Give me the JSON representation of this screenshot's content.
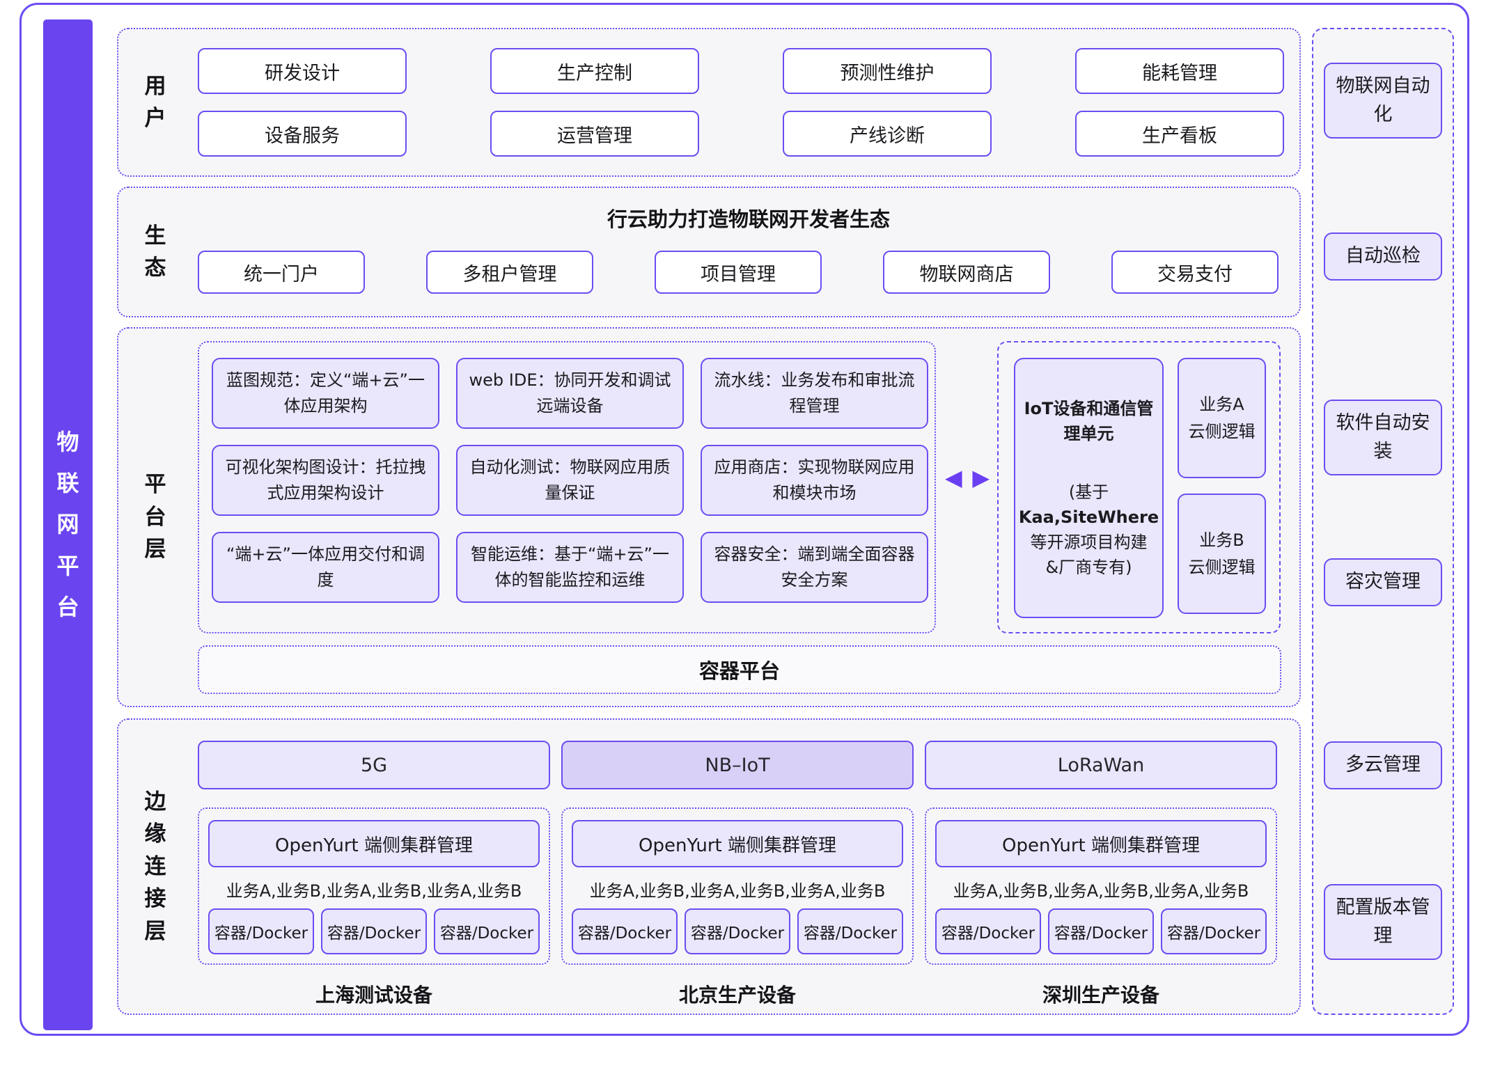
{
  "sidebar": {
    "title": "物联网平台"
  },
  "user_section": {
    "label": "用户",
    "buttons": [
      "研发设计",
      "生产控制",
      "预测性维护",
      "能耗管理",
      "设备服务",
      "运营管理",
      "产线诊断",
      "生产看板"
    ]
  },
  "eco_section": {
    "label": "生态",
    "title": "行云助力打造物联网开发者生态",
    "buttons": [
      "统一门户",
      "多租户管理",
      "项目管理",
      "物联网商店",
      "交易支付"
    ]
  },
  "platform_section": {
    "label": "平台层",
    "cells": [
      "蓝图规范：定义“端+云”一体应用架构",
      "web IDE：协同开发和调试远端设备",
      "流水线：业务发布和审批流程管理",
      "可视化架构图设计：托拉拽式应用架构设计",
      "自动化测试：物联网应用质量保证",
      "应用商店：实现物联网应用和模块市场",
      "“端+云”一体应用交付和调度",
      "智能运维：基于“端+云”一体的智能监控和运维",
      "容器安全：端到端全面容器安全方案"
    ],
    "iot_unit": {
      "title": "IoT设备和通信管理单元",
      "line1": "(基于",
      "line2": "Kaa,SiteWhere",
      "line3": "等开源项目构建",
      "line4": "&厂商专有)"
    },
    "cloud_logic_a": "业务A\n云侧逻辑",
    "cloud_logic_b": "业务B\n云侧逻辑",
    "container_platform": "容器平台"
  },
  "edge_section": {
    "label": "边缘连接层",
    "columns": [
      {
        "network": "5G",
        "cluster": "OpenYurt 端侧集群管理",
        "services": "业务A,业务B,业务A,业务B,业务A,业务B",
        "docker1": "容器/Docker",
        "docker2": "容器/Docker",
        "docker3": "容器/Docker",
        "device": "上海测试设备"
      },
      {
        "network": "NB–IoT",
        "cluster": "OpenYurt 端侧集群管理",
        "services": "业务A,业务B,业务A,业务B,业务A,业务B",
        "docker1": "容器/Docker",
        "docker2": "容器/Docker",
        "docker3": "容器/Docker",
        "device": "北京生产设备"
      },
      {
        "network": "LoRaWan",
        "cluster": "OpenYurt 端侧集群管理",
        "services": "业务A,业务B,业务A,业务B,业务A,业务B",
        "docker1": "容器/Docker",
        "docker2": "容器/Docker",
        "docker3": "容器/Docker",
        "device": "深圳生产设备"
      }
    ]
  },
  "right_panel": {
    "items": [
      "物联网自动化",
      "自动巡检",
      "软件自动安装",
      "容灾管理",
      "多云管理",
      "配置版本管理"
    ]
  },
  "icons": {
    "arrow_left": "◀",
    "arrow_right": "▶"
  },
  "colors": {
    "accent": "#6c4cf2",
    "bar": "#6a44ef",
    "fill_light": "#eae6fb",
    "fill_highlight": "#d8d0f6",
    "section_bg": "#f6f6f9"
  }
}
